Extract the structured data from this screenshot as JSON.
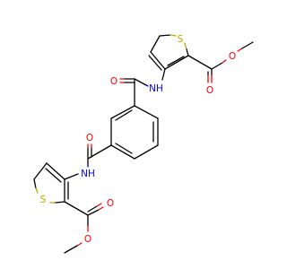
{
  "diagram": {
    "atom_labels": {
      "o_amide_top": "O",
      "nh_top": "NH",
      "s_top": "S",
      "o_ester_carbonyl_top": "O",
      "o_ester_ether_top": "O",
      "o_amide_bottom": "O",
      "nh_bottom": "NH",
      "s_bottom": "S",
      "o_ester_carbonyl_bottom": "O",
      "o_ester_ether_bottom": "O"
    },
    "colors": {
      "bond": "#000000",
      "oxygen": "#ff0000",
      "nitrogen": "#0000ff",
      "sulfur": "#b8a800"
    }
  }
}
